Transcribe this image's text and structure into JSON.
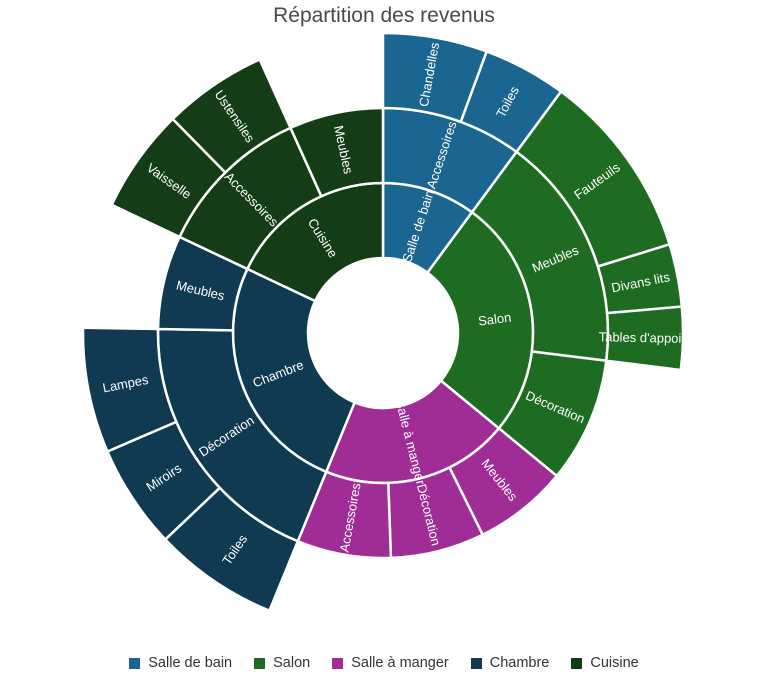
{
  "chart_data": {
    "type": "sunburst",
    "title": "Répartition des revenus",
    "legend_position": "bottom",
    "series": [
      {
        "name": "Salle de bain",
        "color": "#1b6591",
        "value": 9,
        "children": [
          {
            "name": "Accessoires",
            "value": 9,
            "children": [
              {
                "name": "Chandelles",
                "value": 5
              },
              {
                "name": "Toiles",
                "value": 4
              }
            ]
          }
        ]
      },
      {
        "name": "Salon",
        "color": "#1e6b22",
        "value": 23,
        "children": [
          {
            "name": "Meubles",
            "value": 15,
            "children": [
              {
                "name": "Fauteuils",
                "value": 9
              },
              {
                "name": "Divans lits",
                "value": 3
              },
              {
                "name": "Tables d'appoint",
                "value": 3
              }
            ]
          },
          {
            "name": "Décoration",
            "value": 8
          }
        ]
      },
      {
        "name": "Salle à manger",
        "color": "#a02d96",
        "value": 18,
        "children": [
          {
            "name": "Meubles",
            "value": 6
          },
          {
            "name": "Décoration",
            "value": 6
          },
          {
            "name": "Accessoires",
            "value": 6
          }
        ]
      },
      {
        "name": "Chambre",
        "color": "#0f3a52",
        "value": 23,
        "children": [
          {
            "name": "Décoration",
            "value": 17,
            "children": [
              {
                "name": "Toiles",
                "value": 6
              },
              {
                "name": "Miroirs",
                "value": 5
              },
              {
                "name": "Lampes",
                "value": 6
              }
            ]
          },
          {
            "name": "Meubles",
            "value": 6
          }
        ]
      },
      {
        "name": "Cuisine",
        "color": "#143d17",
        "value": 16,
        "children": [
          {
            "name": "Accessoires",
            "value": 10,
            "children": [
              {
                "name": "Vaisselle",
                "value": 5
              },
              {
                "name": "Ustensiles",
                "value": 5
              }
            ]
          },
          {
            "name": "Meubles",
            "value": 6
          }
        ]
      }
    ]
  }
}
